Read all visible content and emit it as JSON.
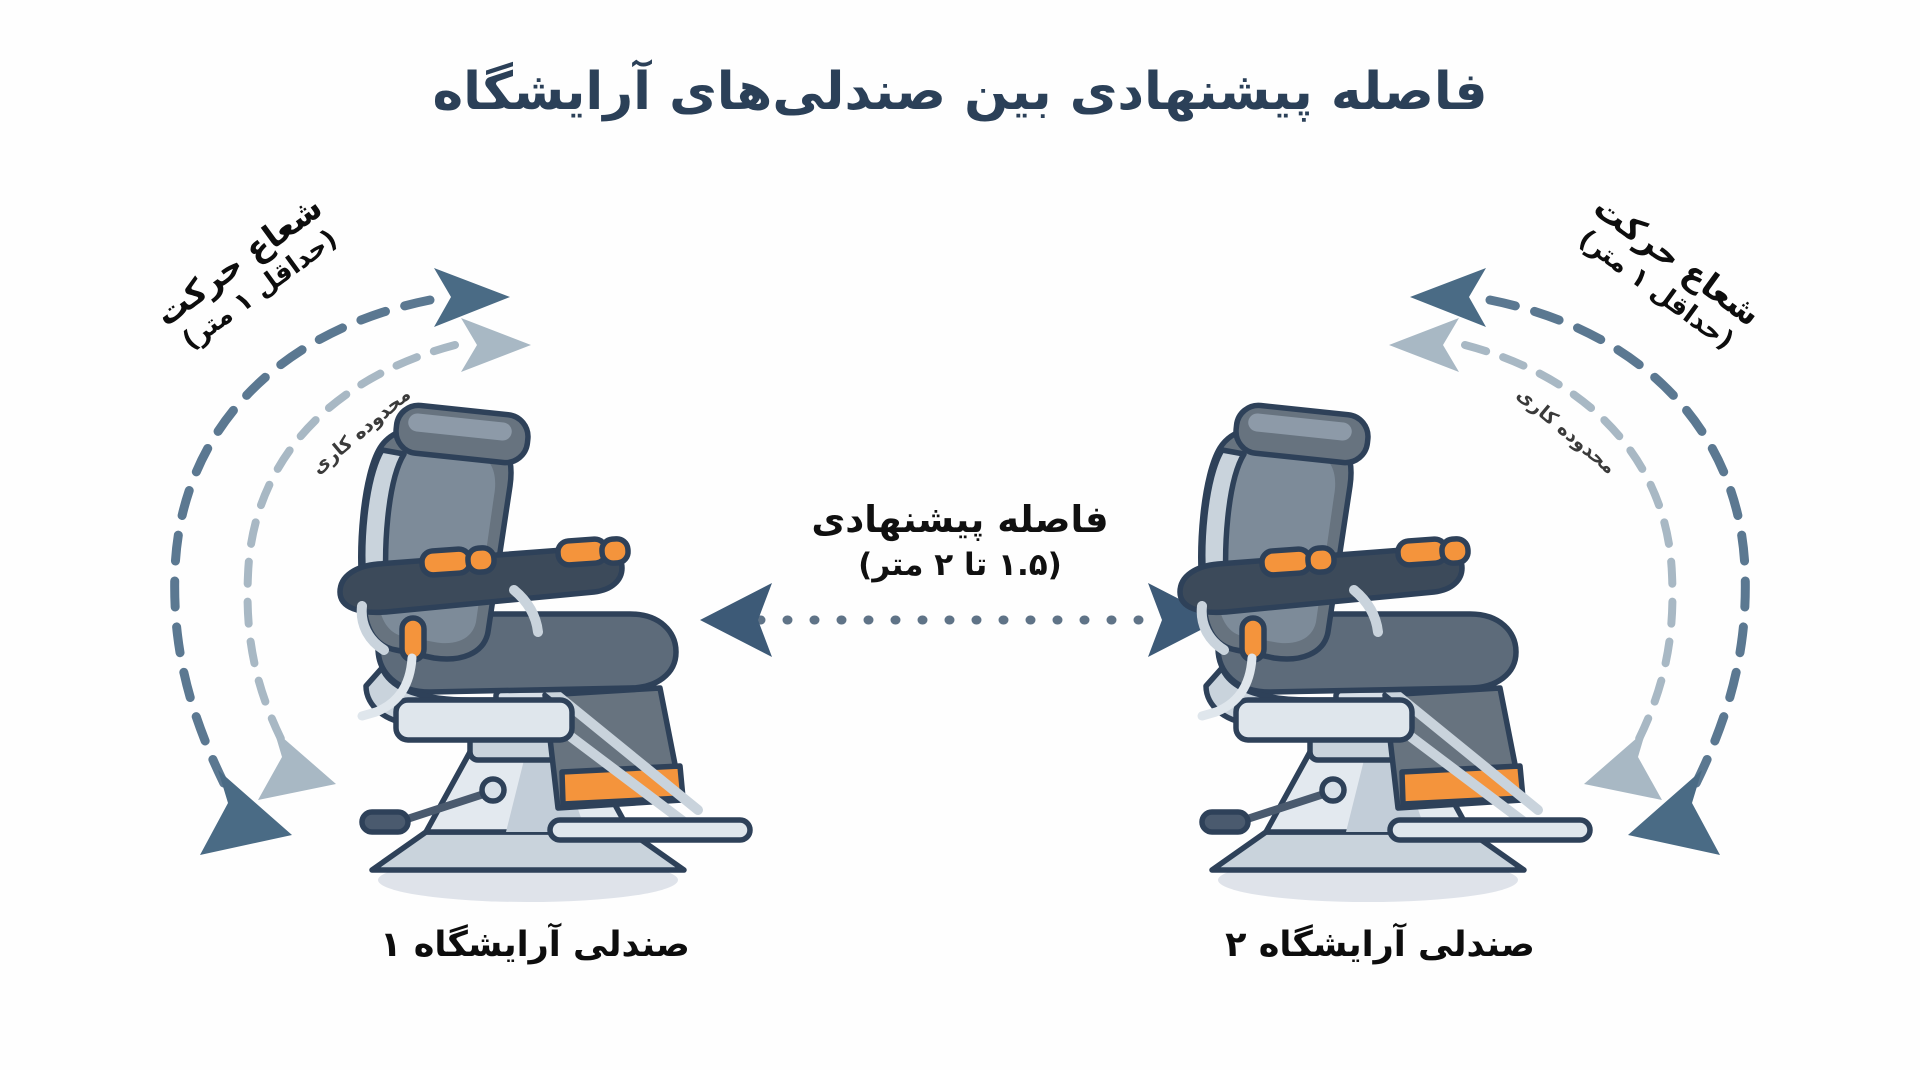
{
  "title": "فاصله پیشنهادی بین صندلی‌های آرایشگاه",
  "center_measure": {
    "label": "فاصله پیشنهادی",
    "value": "(۱.۵ تا ۲ متر)"
  },
  "arcs": {
    "left": {
      "movement_radius_label": "شعاع حرکت",
      "movement_radius_value": "(حداقل ۱ متر)",
      "work_area_label": "محدوده کاری"
    },
    "right": {
      "movement_radius_label": "شعاع حرکت",
      "movement_radius_value": "(حداقل ۱ متر)",
      "work_area_label": "محدوده کاری"
    }
  },
  "chairs": [
    {
      "caption": "صندلی آرایشگاه ۱"
    },
    {
      "caption": "صندلی آرایشگاه ۲"
    }
  ],
  "colors": {
    "background": "#fefefe",
    "title": "#2b4058",
    "arc_outer": "#5b7891",
    "arc_inner": "#a8b8c4",
    "dotted_line": "#5f7387",
    "arrow_head_dark": "#4a6b85",
    "chair_outline": "#2e4159",
    "chair_dark": "#5d6b7a",
    "chair_mid": "#8d9aa8",
    "chair_light": "#c9d3dc",
    "chair_accent_orange": "#f4943c",
    "shadow": "#dfe3ea"
  }
}
